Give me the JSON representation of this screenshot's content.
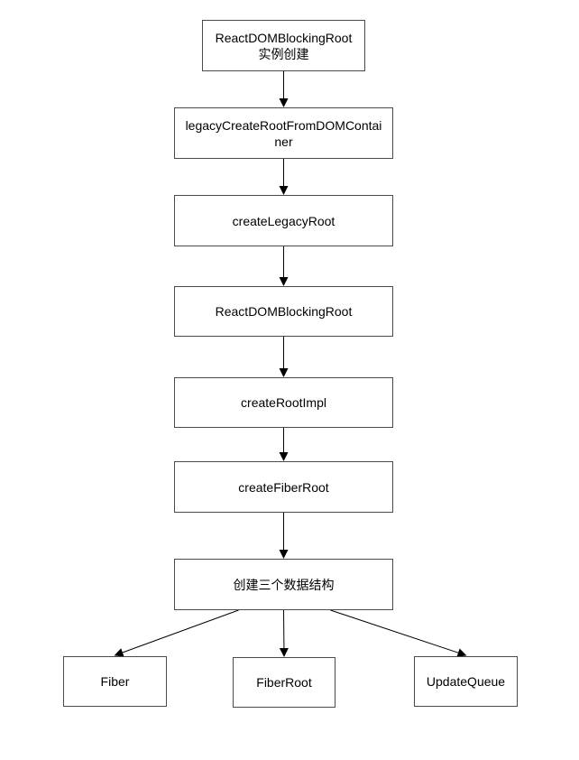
{
  "nodes": [
    {
      "id": "n1",
      "lines": [
        "ReactDOMBlockingRoot",
        "实例创建"
      ]
    },
    {
      "id": "n2",
      "lines": [
        "legacyCreateRootFromDOMContai",
        "ner"
      ]
    },
    {
      "id": "n3",
      "lines": [
        "createLegacyRoot"
      ]
    },
    {
      "id": "n4",
      "lines": [
        "ReactDOMBlockingRoot"
      ]
    },
    {
      "id": "n5",
      "lines": [
        "createRootImpl"
      ]
    },
    {
      "id": "n6",
      "lines": [
        "createFiberRoot"
      ]
    },
    {
      "id": "n7",
      "lines": [
        "创建三个数据结构"
      ]
    },
    {
      "id": "n8",
      "lines": [
        "Fiber"
      ]
    },
    {
      "id": "n9",
      "lines": [
        "FiberRoot"
      ]
    },
    {
      "id": "n10",
      "lines": [
        "UpdateQueue"
      ]
    }
  ],
  "edges": [
    {
      "from": "n1",
      "to": "n2"
    },
    {
      "from": "n2",
      "to": "n3"
    },
    {
      "from": "n3",
      "to": "n4"
    },
    {
      "from": "n4",
      "to": "n5"
    },
    {
      "from": "n5",
      "to": "n6"
    },
    {
      "from": "n6",
      "to": "n7"
    },
    {
      "from": "n7",
      "to": "n8"
    },
    {
      "from": "n7",
      "to": "n9"
    },
    {
      "from": "n7",
      "to": "n10"
    }
  ]
}
